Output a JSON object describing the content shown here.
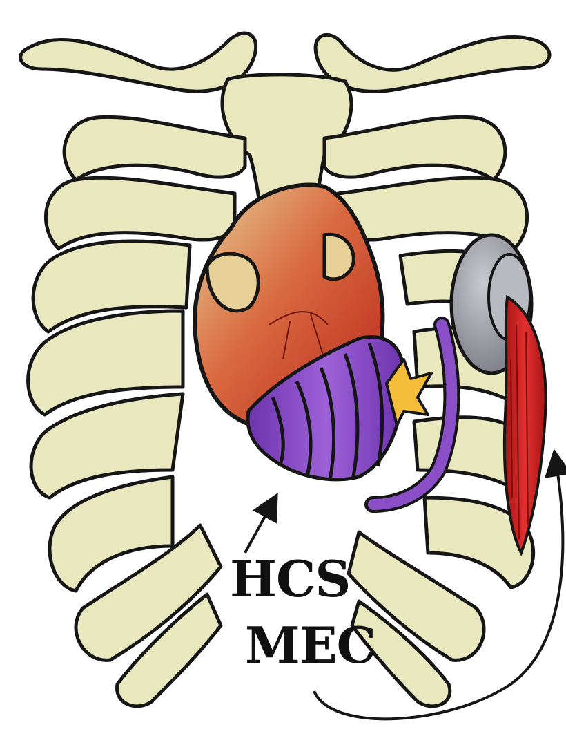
{
  "labels": {
    "hcs": "HCS",
    "mec": "MEC"
  },
  "colors": {
    "bone": "#e8e7bd",
    "outline": "#161616",
    "heart_red": "#c72f24",
    "heart_tan": "#e2c88f",
    "device_purple": "#8a4fc6",
    "device_purple_dark": "#4b1f7e",
    "muscle_red": "#d11f1f",
    "disc_gray": "#9a9aa3",
    "spark_yellow": "#f4be3a"
  },
  "icons": {
    "heart": "heart-illustration",
    "compression_device": "purple-ribbed-compression-sleeve",
    "muscle": "red-muscle-actuator",
    "disc": "gray-disc-anchor",
    "spark": "yellow-spark-icon",
    "arrow_hcs": "arrow-up-right",
    "arrow_mec": "curved-arrow"
  }
}
